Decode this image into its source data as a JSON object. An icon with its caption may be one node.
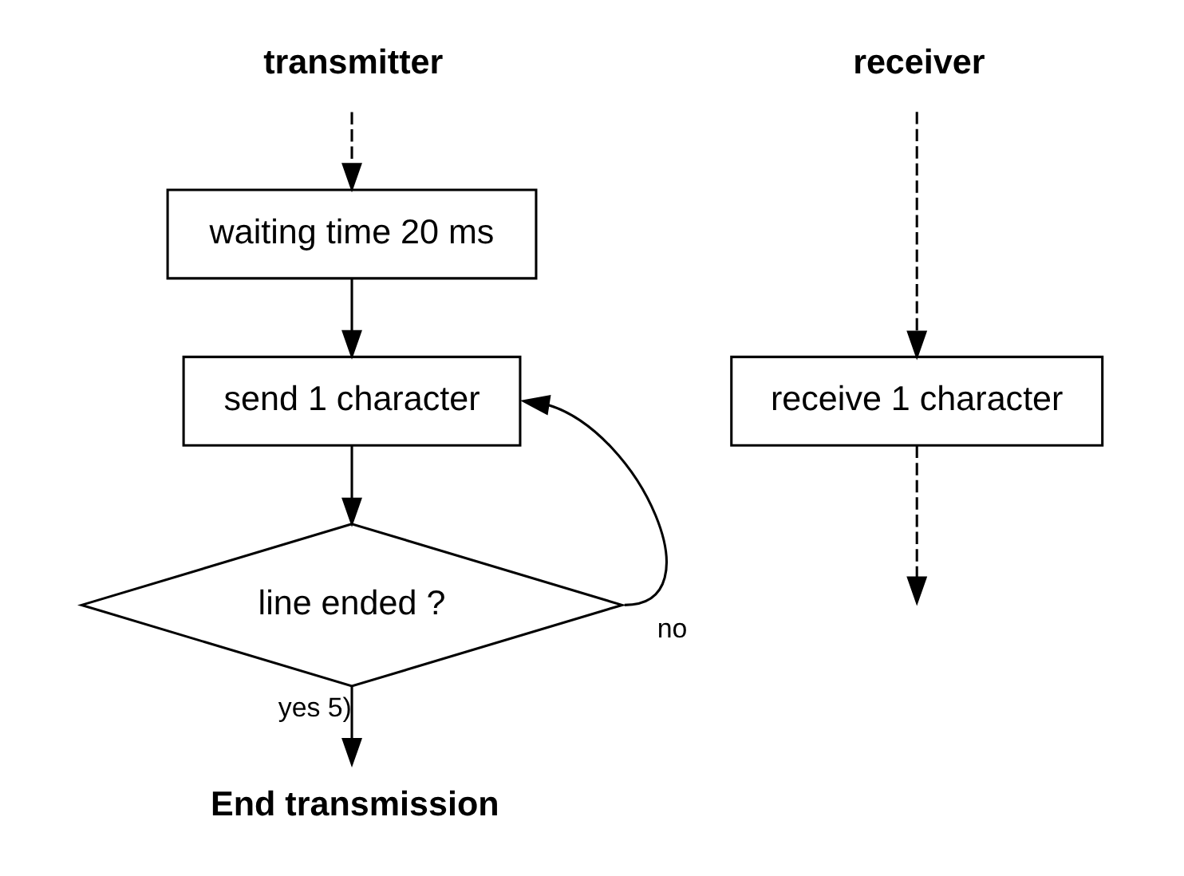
{
  "diagram": {
    "nodes": [
      {
        "text": [
          "transmitter"
        ]
      },
      {
        "text": [
          "waiting time 20 ms"
        ]
      },
      {
        "text": [
          "send 1 character"
        ]
      },
      {
        "text": [
          "line ended ?"
        ]
      },
      {
        "text": [
          "End transmission"
        ]
      },
      {
        "text": [
          "receiver"
        ]
      },
      {
        "text": [
          "receive 1 character"
        ]
      }
    ],
    "edges": [
      {
        "from": 0,
        "to": 1,
        "arrow": "to",
        "style": "dashed"
      },
      {
        "from": 1,
        "to": 2,
        "arrow": "to"
      },
      {
        "from": 2,
        "to": 3,
        "arrow": "to"
      },
      {
        "from": 3,
        "to": 2,
        "arrow": "to",
        "label": "no"
      },
      {
        "from": 3,
        "to": 4,
        "arrow": "to",
        "label": "yes 5)"
      },
      {
        "from": 5,
        "to": 6,
        "arrow": "to",
        "style": "dashed"
      },
      {
        "from": 6,
        "to": null,
        "arrow": "to",
        "style": "dashed"
      }
    ]
  }
}
